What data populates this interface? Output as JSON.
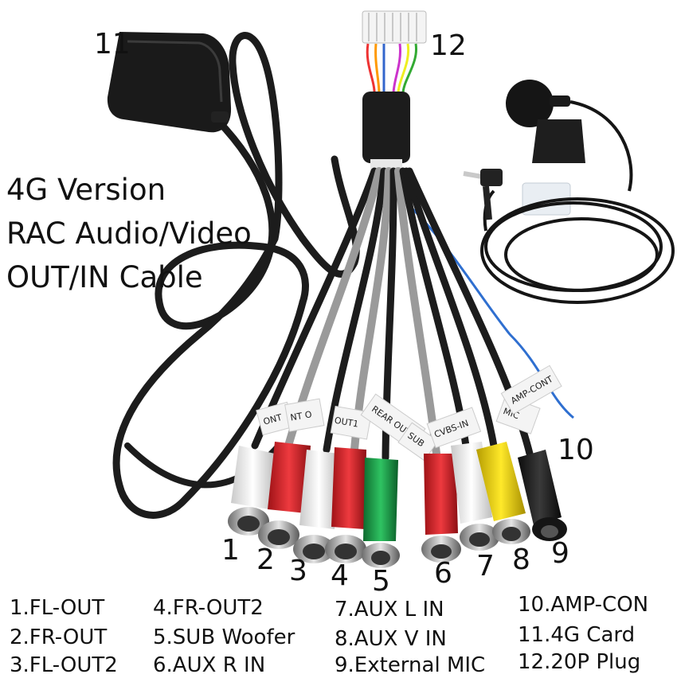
{
  "title": {
    "line1": "4G Version",
    "line2": "RAC Audio/Video",
    "line3": "OUT/IN Cable"
  },
  "callouts": {
    "n1": "1",
    "n2": "2",
    "n3": "3",
    "n4": "4",
    "n5": "5",
    "n6": "6",
    "n7": "7",
    "n8": "8",
    "n9": "9",
    "n10": "10",
    "n11": "11",
    "n12": "12"
  },
  "cable_tags": {
    "t1": "ONT",
    "t2": "NT O",
    "t3": "OUT1",
    "t4": "REAR OUT",
    "t5": "SUB",
    "t6": "CVBS-IN",
    "t7": "MIC",
    "t8": "AMP-CONT"
  },
  "legend": {
    "col1": [
      "1.FL-OUT",
      "2.FR-OUT",
      "3.FL-OUT2"
    ],
    "col2": [
      "4.FR-OUT2",
      "5.SUB Woofer",
      "6.AUX R IN"
    ],
    "col3": [
      "7.AUX L IN",
      "8.AUX V IN",
      "9.External MIC"
    ],
    "col4": [
      "10.AMP-CON",
      "11.4G Card",
      "12.20P Plug"
    ]
  },
  "colors": {
    "cable_black": "#1c1c1c",
    "cable_grey": "#9a9a9a",
    "rca_red": "#d7262c",
    "rca_white": "#eeeeee",
    "rca_green": "#1aa34a",
    "rca_yellow": "#f2d600",
    "wire_blue": "#2f6fd0"
  }
}
